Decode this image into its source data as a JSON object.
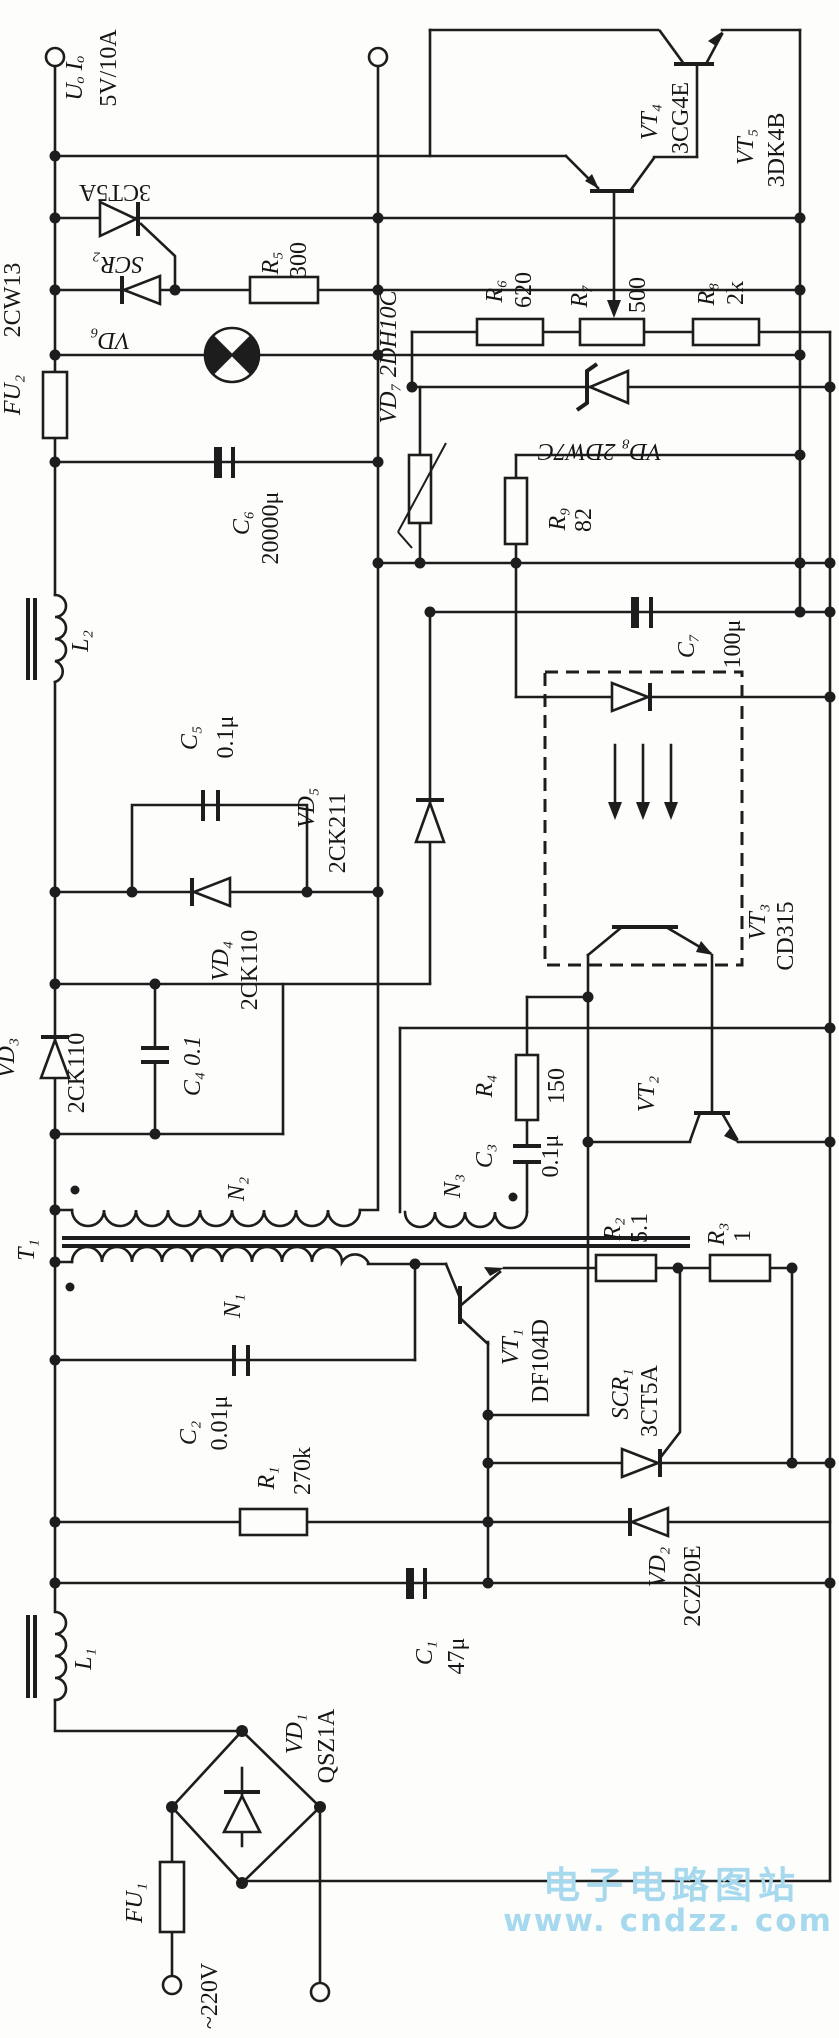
{
  "diagram_type": "analog power supply schematic (scanned, rotated 90°)",
  "output": {
    "u_label": "Uₒ Iₒ",
    "rating": "5V/10A",
    "mains": "~220V"
  },
  "watermark": {
    "site_name": "电子电路图站",
    "site_url": "www. cndzz. com",
    "color": "#a7d9ee"
  },
  "colors": {
    "ink": "#1d1d1d",
    "paper": "#fdfdfb"
  },
  "labels": {
    "out_u": "Uₒ Iₒ",
    "out_v": "5V/10A",
    "scr2_type": "3CT5A",
    "scr2_name": "SCR₂",
    "vd6_name": "VD₆",
    "vd6_type": "2CW13",
    "fu2": "FU₂",
    "r5_name": "R₅",
    "r5_val": "300",
    "c6_name": "C₆",
    "c6_val": "20000μ",
    "vt4_name": "VT₄",
    "vt4_type": "3CG4E",
    "vt5_name": "VT₅",
    "vt5_type": "3DK4B",
    "r6_name": "R₆",
    "r6_val": "620",
    "r7_name": "R₇",
    "r7_val": "500",
    "r8_name": "R₈",
    "r8_val": "2k",
    "vd7_label": "VD₇ 2DH10C",
    "vd8_label": "VD₈  2DW7C",
    "r9_name": "R₉",
    "r9_val": "82",
    "c7_name": "C₇",
    "c7_val": "100μ",
    "l2": "L₂",
    "c5_name": "C₅",
    "c5_val": "0.1μ",
    "vd5_name": "VD₅",
    "vd5_type": "2CK211",
    "vd4_name": "VD₄",
    "vd4_type": "2CK110",
    "vd3_name": "VD₃",
    "vd3_type": "2CK110",
    "c4_label": "C₄ 0.1",
    "vt3_name": "VT₃",
    "vt3_type": "CD315",
    "t1": "T₁",
    "n1": "N₁",
    "n2": "N₂",
    "n3": "N₃",
    "r4_name": "R₄",
    "r4_val": "150",
    "c3_name": "C₃",
    "c3_val": "0.1μ",
    "vt2": "VT₂",
    "vt1_name": "VT₁",
    "vt1_type": "DF104D",
    "r2_name": "R₂",
    "r2_val": "5.1",
    "r3_name": "R₃",
    "r3_val": "1",
    "scr1_name": "SCR₁",
    "scr1_type": "3CT5A",
    "vd2_name": "VD₂",
    "vd2_type": "2CZ20E",
    "r1_name": "R₁",
    "r1_val": "270k",
    "c2_name": "C₂",
    "c2_val": "0.01μ",
    "c1_name": "C₁",
    "c1_val": "47μ",
    "l1": "L₁",
    "vd1_name": "VD₁",
    "vd1_type": "QSZ1A",
    "fu1": "FU₁",
    "mains": "~220V"
  }
}
